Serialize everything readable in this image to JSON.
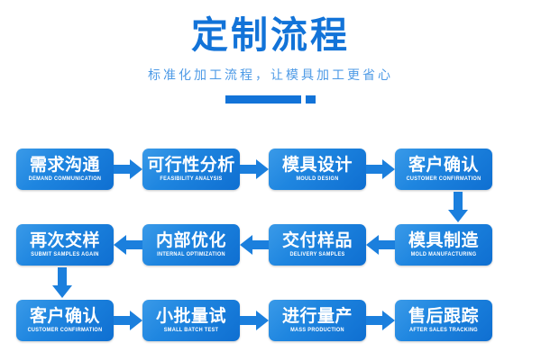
{
  "header": {
    "title": "定制流程",
    "subtitle": "标准化加工流程，让模具加工更省心",
    "title_color": "#1273d8",
    "subtitle_color": "#4d9ae6",
    "divider_color": "#1273d8"
  },
  "theme": {
    "node_gradient_from": "#3a9ae8",
    "node_gradient_to": "#0f6fd1",
    "arrow_color": "#1b7fdd",
    "node_text_color": "#ffffff",
    "background": "#ffffff"
  },
  "flow": {
    "rows": [
      {
        "direction": "right",
        "nodes": [
          {
            "cn": "需求沟通",
            "en": "DEMAND COMMUNICATION"
          },
          {
            "cn": "可行性分析",
            "en": "FEASIBILITY ANALYSIS"
          },
          {
            "cn": "模具设计",
            "en": "MOULD DESIGN"
          },
          {
            "cn": "客户确认",
            "en": "CUSTOMER CONFIRMATION"
          }
        ]
      },
      {
        "direction": "left",
        "nodes": [
          {
            "cn": "再次交样",
            "en": "SUBMIT SAMPLES AGAIN"
          },
          {
            "cn": "内部优化",
            "en": "INTERNAL OPTIMIZATION"
          },
          {
            "cn": "交付样品",
            "en": "DELIVERY SAMPLES"
          },
          {
            "cn": "模具制造",
            "en": "MOLD MANUFACTURING"
          }
        ]
      },
      {
        "direction": "right",
        "nodes": [
          {
            "cn": "客户确认",
            "en": "CUSTOMER CONFIRMATION"
          },
          {
            "cn": "小批量试",
            "en": "SMALL BATCH TEST"
          },
          {
            "cn": "进行量产",
            "en": "MASS PRODUCTION"
          },
          {
            "cn": "售后跟踪",
            "en": "AFTER SALES TRACKING"
          }
        ]
      }
    ]
  }
}
